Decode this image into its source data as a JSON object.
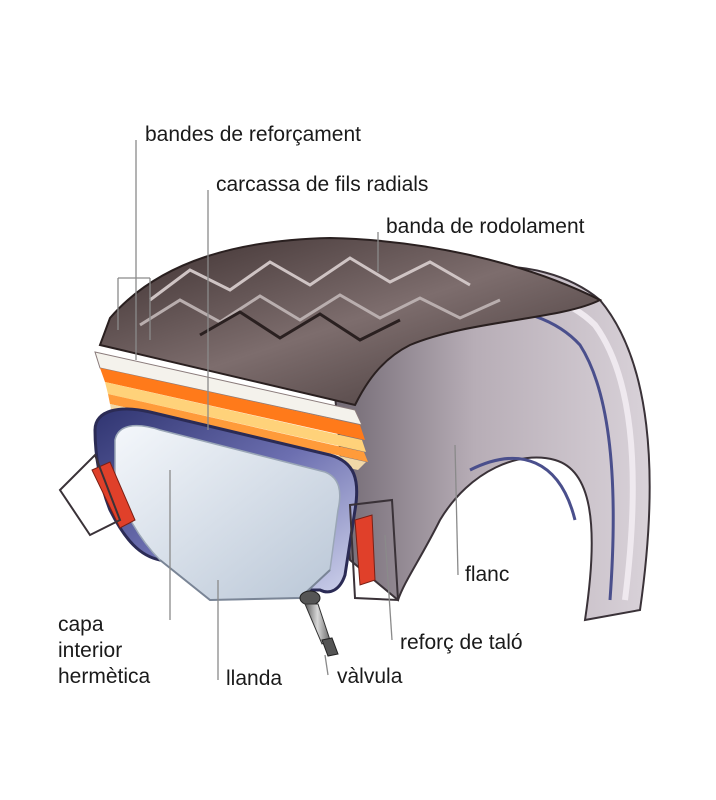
{
  "labels": {
    "bandes": "bandes de reforçament",
    "carcassa": "carcassa de fils radials",
    "banda": "banda de rodolament",
    "flanc": "flanc",
    "reforc": "reforç de taló",
    "capa_line1": "capa",
    "capa_line2": "interior",
    "capa_line3": "hermètica",
    "llanda": "llanda",
    "valvula": "vàlvula"
  },
  "colors": {
    "tread_dark": "#4a3c3c",
    "tread_mid": "#8a7b7b",
    "tread_light": "#cfc4c4",
    "sidewall": "#9a909a",
    "sidewall_light": "#d6cfd6",
    "inner_liner": "#4a4f8c",
    "rim_light": "#e8eef4",
    "reinforcement_orange": "#ff7a1a",
    "reinforcement_yellow": "#ffd27a",
    "bead_red": "#e0402a",
    "leader_line": "#8a8a8a"
  }
}
